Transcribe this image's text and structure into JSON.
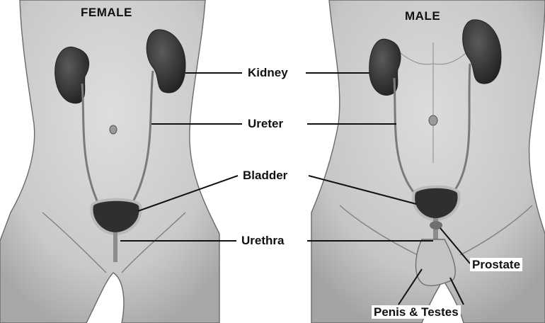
{
  "titles": {
    "female": "FEMALE",
    "male": "MALE"
  },
  "labels": {
    "kidney": "Kidney",
    "ureter": "Ureter",
    "bladder": "Bladder",
    "urethra": "Urethra",
    "prostate": "Prostate",
    "penis_testes": "Penis & Testes"
  },
  "colors": {
    "skin_light": "#d2d2d2",
    "skin_shadow": "#a9a9a9",
    "outline": "#6a6a6a",
    "kidney": "#3a3a3a",
    "bladder": "#2f2f2f",
    "bladder_rim": "#b9b9b9",
    "leader_line": "#111111",
    "background": "#ffffff"
  }
}
